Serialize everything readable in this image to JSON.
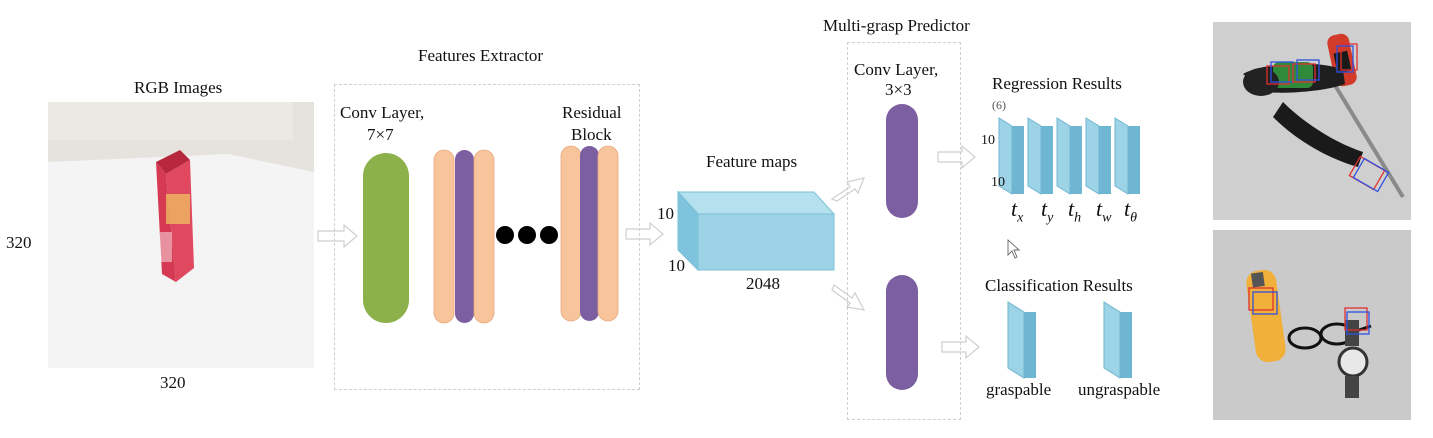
{
  "input": {
    "title": "RGB Images",
    "height_label": "320",
    "width_label": "320"
  },
  "extractor": {
    "title": "Features Extractor",
    "conv_label_line1": "Conv Layer,",
    "conv_label_line2": "7×7",
    "residual_label_line1": "Residual",
    "residual_label_line2": "Block"
  },
  "feature_maps": {
    "title": "Feature maps",
    "dim_a": "10",
    "dim_b": "10",
    "depth": "2048"
  },
  "predictor": {
    "title": "Multi-grasp Predictor",
    "conv_label_line1": "Conv Layer,",
    "conv_label_line2": "3×3"
  },
  "regression": {
    "title": "Regression Results",
    "channels_label": "(6)",
    "dim_a": "10",
    "dim_b": "10",
    "outputs": [
      {
        "base": "t",
        "sub": "x"
      },
      {
        "base": "t",
        "sub": "y"
      },
      {
        "base": "t",
        "sub": "h"
      },
      {
        "base": "t",
        "sub": "w"
      },
      {
        "base": "t",
        "sub": "θ"
      }
    ]
  },
  "classification": {
    "title": "Classification Results",
    "classes": [
      "graspable",
      "ungraspable"
    ]
  },
  "colors": {
    "conv7": "#8db14a",
    "orange": "#f8c49c",
    "purple": "#7b5fa0",
    "cyan": "#9dd3e6",
    "cyan_dark": "#6eb6d1",
    "dash": "#cfcfcf",
    "arrow": "#d8d8d8"
  }
}
